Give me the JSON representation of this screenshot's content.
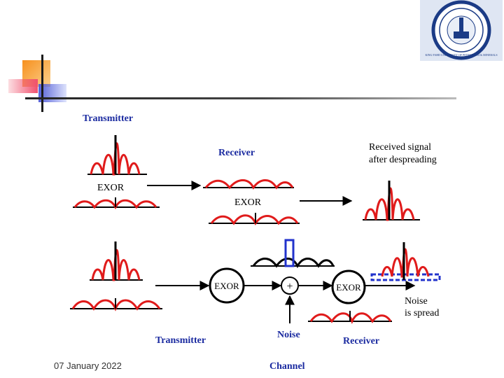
{
  "footer": {
    "date": "07 January 2022"
  },
  "logo": {
    "name": "university-seal",
    "text": "KING FAHD UNIVERSITY OF PETROLEUM & MINERALS"
  },
  "diagram": {
    "top": {
      "transmitter_label": "Transmitter",
      "receiver_label": "Receiver",
      "exor_tx": "EXOR",
      "exor_rx": "EXOR",
      "received_line1": "Received signal",
      "received_line2": "after despreading"
    },
    "bottom": {
      "exor_tx": "EXOR",
      "plus": "+",
      "exor_rx": "EXOR",
      "noise_label": "Noise",
      "noise_spread_line1": "Noise",
      "noise_spread_line2": "is spread",
      "transmitter_label": "Transmitter",
      "receiver_label": "Receiver",
      "channel_label": "Channel"
    },
    "colors": {
      "signal": "#e01b1b",
      "noise": "#2233cc",
      "label_blue": "#1a2aa0",
      "line": "#000000"
    }
  }
}
